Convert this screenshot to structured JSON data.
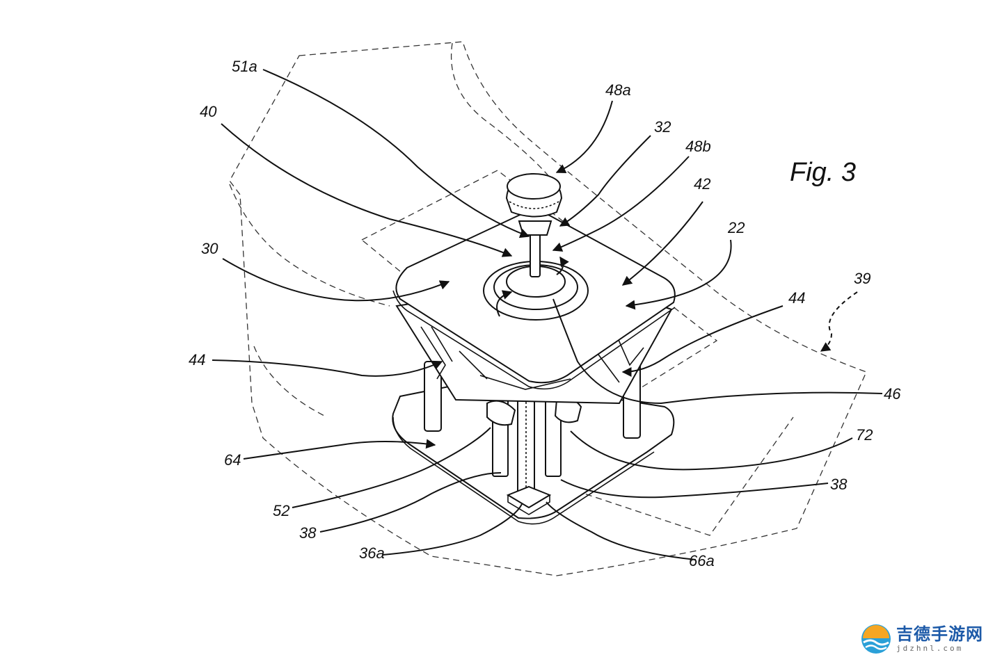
{
  "figure": {
    "title": "Fig. 3",
    "labels": {
      "l51a": "51a",
      "l48a": "48a",
      "l40": "40",
      "l32": "32",
      "l48b": "48b",
      "l42": "42",
      "l22": "22",
      "l30": "30",
      "l39": "39",
      "l44_right": "44",
      "l44_left": "44",
      "l46": "46",
      "l72": "72",
      "l64": "64",
      "l38_right": "38",
      "l52": "52",
      "l38_left": "38",
      "l36a": "36a",
      "l66a": "66a"
    }
  },
  "watermark": {
    "chinese": "吉德手游网",
    "latin": "jdzhnl.com",
    "colors": {
      "blue": "#1d5aa8",
      "orange": "#f5a623",
      "teal": "#2aa0d8"
    }
  }
}
